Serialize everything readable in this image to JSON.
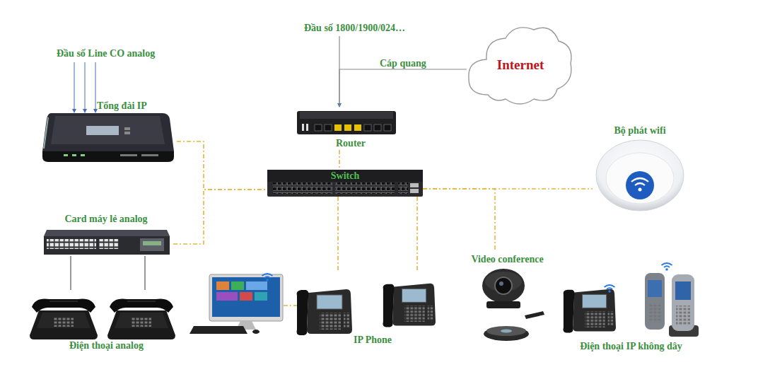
{
  "diagram": {
    "nodes": [
      {
        "text": [
          "Tổng đài IP"
        ]
      },
      {
        "text": [
          "Router"
        ]
      },
      {
        "text": [
          "Internet"
        ]
      },
      {
        "text": [
          "Switch"
        ]
      },
      {
        "text": [
          "Bộ phát wifi"
        ]
      },
      {
        "text": [
          "Card máy lẻ analog"
        ]
      },
      {
        "text": [
          "Điện thoại analog"
        ]
      },
      {
        "text": [
          "IP Phone"
        ]
      },
      {
        "text": [
          "Video conference"
        ]
      },
      {
        "text": [
          "Điện thoại IP không dây"
        ]
      }
    ],
    "edges": [
      {
        "from": 1,
        "to": 2,
        "label": "Cáp quang",
        "arrow": "none"
      },
      {
        "from": 1,
        "to": 3,
        "arrow": "none"
      },
      {
        "from": 0,
        "to": 3,
        "arrow": "none"
      },
      {
        "from": 5,
        "to": 3,
        "arrow": "none"
      },
      {
        "from": 3,
        "to": 4,
        "arrow": "none"
      },
      {
        "from": 3,
        "to": 7,
        "arrow": "none"
      },
      {
        "from": 3,
        "to": 7,
        "arrow": "none"
      },
      {
        "from": 3,
        "to": 8,
        "arrow": "none"
      },
      {
        "from": 5,
        "to": 6,
        "arrow": "none"
      },
      {
        "from": 5,
        "to": 6,
        "arrow": "none"
      }
    ],
    "labels": [
      "Đầu số Line CO analog",
      "Đầu số 1800/1900/024…"
    ]
  }
}
